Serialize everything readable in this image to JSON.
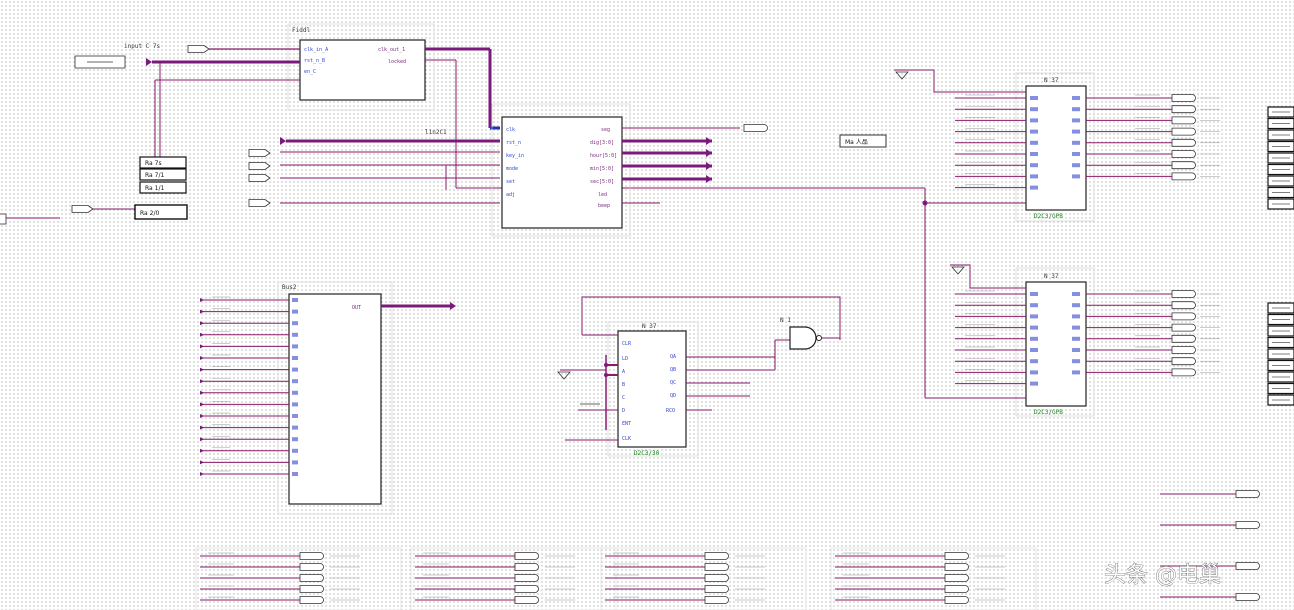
{
  "colors": {
    "wire": "#8a1a6a",
    "bus": "#7a1a7a",
    "bus_blue": "#2233bb",
    "block_stroke": "#222222",
    "pin_blue": "#3344cc",
    "part_green": "#1a8a1a"
  },
  "blocks": {
    "top_small": {
      "title": "Fiddl"
    },
    "center_left": {
      "title": "l1n2C1"
    },
    "big_mux": {
      "title": "Bus2"
    },
    "counter": {
      "title": "N 37",
      "part": "D2C3/30"
    },
    "decoder_top": {
      "title": "N 37",
      "part": "D2C3/GPB"
    },
    "decoder_bottom": {
      "title": "N 37",
      "part": "D2C3/GPB"
    },
    "nand": {
      "title": "N 1"
    }
  },
  "labels": {
    "top_input": "input C 7s",
    "out_box": "Ma 人品",
    "side_rows": [
      "Ra 7s",
      "Ra 7/1",
      "Ra 1/1",
      "Ra 2/0"
    ],
    "side_bottom": "Ra 2/0"
  },
  "watermark": "头条 @电巢"
}
